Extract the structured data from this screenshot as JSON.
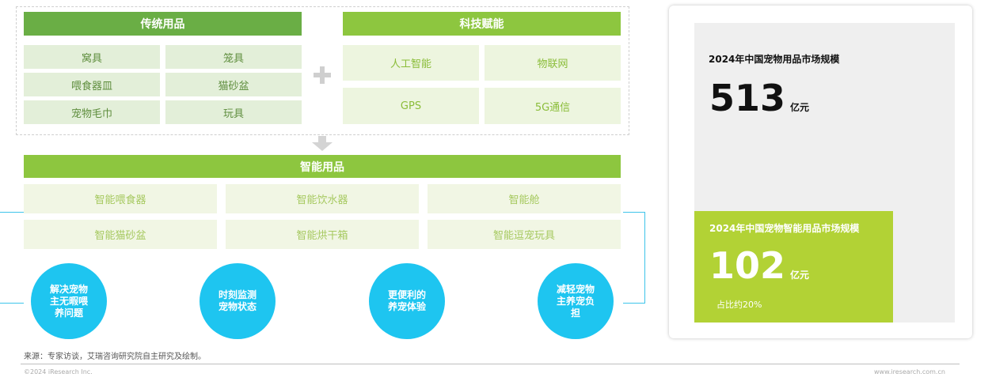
{
  "traditional": {
    "header": "传统用品",
    "items": [
      "窝具",
      "笼具",
      "喂食器皿",
      "猫砂盆",
      "宠物毛巾",
      "玩具"
    ]
  },
  "tech": {
    "header": "科技赋能",
    "items": [
      "人工智能",
      "物联网",
      "GPS",
      "5G通信"
    ]
  },
  "smart": {
    "header": "智能用品",
    "items": [
      "智能喂食器",
      "智能饮水器",
      "智能舱",
      "智能猫砂盆",
      "智能烘干箱",
      "智能逗宠玩具"
    ]
  },
  "benefits": [
    "解决宠物主无暇喂养问题",
    "时刻监测宠物状态",
    "更便利的养宠体验",
    "减轻宠物主养宠负担"
  ],
  "market": {
    "total_label": "2024年中国宠物用品市场规模",
    "total_value": "513",
    "total_unit": "亿元",
    "smart_label": "2024年中国宠物智能用品市场规模",
    "smart_value": "102",
    "smart_unit": "亿元",
    "smart_share": "占比约20%"
  },
  "source": "来源：专家访谈，艾瑞咨询研究院自主研究及绘制。",
  "footer": {
    "copyright": "©2024 iResearch Inc.",
    "website": "www.iresearch.com.cn"
  },
  "colors": {
    "traditional_header": "#6aae45",
    "tech_header": "#8dc63f",
    "benefit_circle": "#1ec5f0",
    "smart_panel": "#b2d235"
  }
}
